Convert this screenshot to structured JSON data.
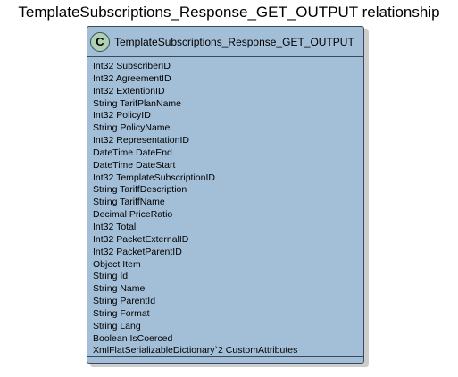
{
  "diagram": {
    "title": "TemplateSubscriptions_Response_GET_OUTPUT relationship",
    "class": {
      "stereotype_letter": "C",
      "name": "TemplateSubscriptions_Response_GET_OUTPUT",
      "fields": [
        "Int32 SubscriberID",
        "Int32 AgreementID",
        "Int32 ExtentionID",
        "String TarifPlanName",
        "Int32 PolicyID",
        "String PolicyName",
        "Int32 RepresentationID",
        "DateTime DateEnd",
        "DateTime DateStart",
        "Int32 TemplateSubscriptionID",
        "String TariffDescription",
        "String TariffName",
        "Decimal PriceRatio",
        "Int32 Total",
        "Int32 PacketExternalID",
        "Int32 PacketParentID",
        "Object Item",
        "String Id",
        "String Name",
        "String ParentId",
        "String Format",
        "String Lang",
        "Boolean IsCoerced",
        "XmlFlatSerializableDictionary`2 CustomAttributes"
      ]
    },
    "colors": {
      "class_fill": "#a3bfd8",
      "class_border": "#3a4a5c",
      "stereotype_circle": "#add1b2"
    }
  }
}
